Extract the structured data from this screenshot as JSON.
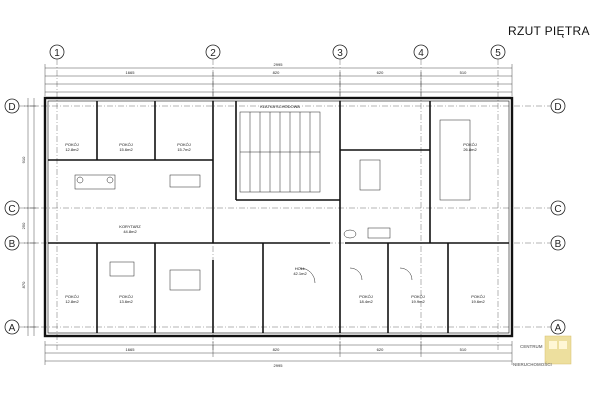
{
  "title": "RZUT PIĘTRA",
  "axes": {
    "columns": [
      "1",
      "2",
      "3",
      "4",
      "5"
    ],
    "rows": [
      "D",
      "C",
      "B",
      "A"
    ]
  },
  "dimensions": {
    "top_overall": "2995",
    "top_segments": [
      "1665",
      "820",
      "620",
      "510"
    ],
    "bottom_overall": "2995",
    "bottom_segments": [
      "1665",
      "820",
      "620",
      "510"
    ],
    "left_segments": [
      "910",
      "250",
      "870"
    ]
  },
  "rooms": [
    {
      "name": "POKÓJ",
      "area": "12.8m2"
    },
    {
      "name": "POKÓJ",
      "area": "15.6m2"
    },
    {
      "name": "POKÓJ",
      "area": "15.7m2"
    },
    {
      "name": "KLATKA SCHODOWA",
      "area": ""
    },
    {
      "name": "POKÓJ",
      "area": "26.8m2"
    },
    {
      "name": "KORYTARZ",
      "area": "44.8m2"
    },
    {
      "name": "POKÓJ",
      "area": "12.8m2"
    },
    {
      "name": "POKÓJ",
      "area": "13.6m2"
    },
    {
      "name": "HOLL",
      "area": "42.1m2"
    },
    {
      "name": "POKÓJ",
      "area": "18.4m2"
    },
    {
      "name": "POKÓJ",
      "area": "19.9m2"
    },
    {
      "name": "POKÓJ",
      "area": "19.6m2"
    }
  ],
  "logo": {
    "line1": "CENTRUM",
    "line2": "NIERUCHOMOŚCI"
  },
  "colors": {
    "line": "#1a1a1a",
    "logo": "#d9c36a"
  }
}
